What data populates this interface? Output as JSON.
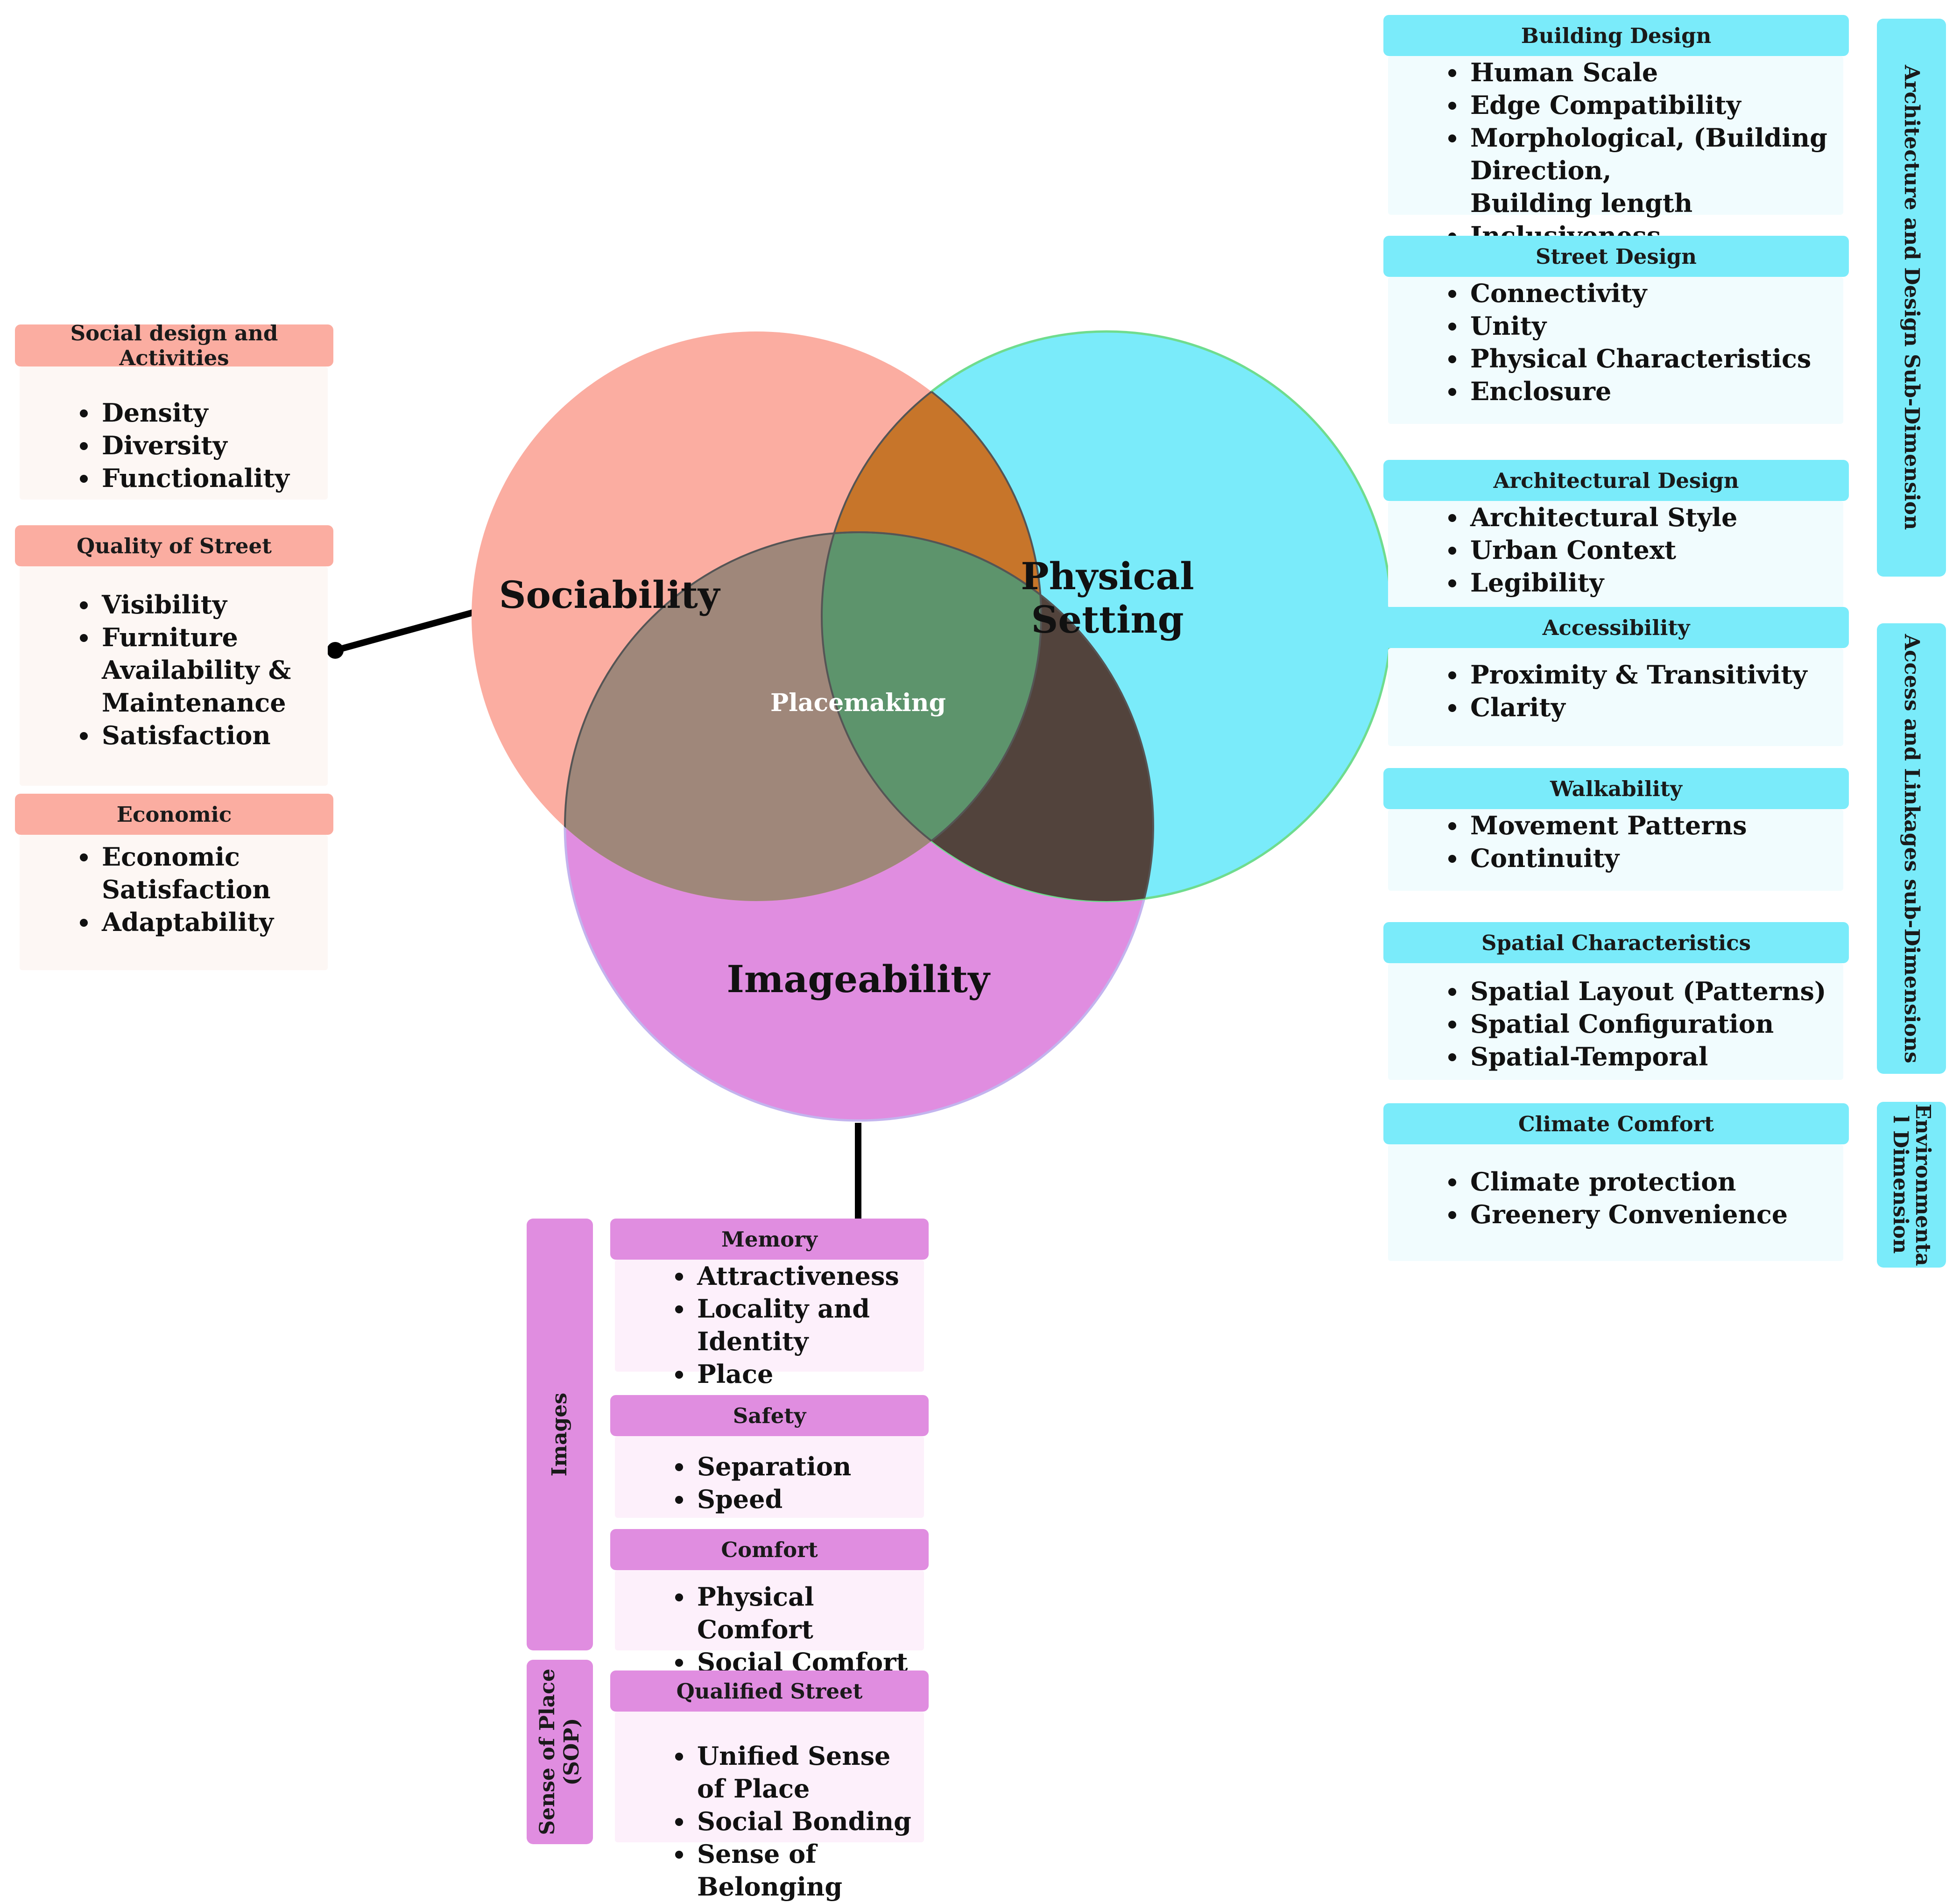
{
  "venn": {
    "sociability": "Sociability",
    "physical_line1": "Physical",
    "physical_line2": "Setting",
    "imageability": "Imageability",
    "center": "Placemaking",
    "colors": {
      "sociability": "#fbada1",
      "physical": "#7aebfa",
      "imageability": "#e08de0",
      "soc_phys": "#c7752a",
      "soc_img": "#9f877a",
      "phys_img": "#52433c",
      "center": "#5d946c"
    }
  },
  "sociability": {
    "groups": [
      {
        "title": "Social design and Activities",
        "items": [
          "Density",
          "Diversity",
          "Functionality"
        ]
      },
      {
        "title": "Quality of Street",
        "items": [
          "Visibility",
          "Furniture",
          "Availability &",
          "Maintenance",
          "Satisfaction"
        ]
      },
      {
        "title": "Economic",
        "items": [
          "Economic",
          "Satisfaction",
          "Adaptability"
        ]
      }
    ]
  },
  "physical": {
    "groups": [
      {
        "title": "Building Design",
        "items": [
          "Human Scale",
          "Edge Compatibility",
          "Morphological, (Building Direction,",
          "Building length",
          "Inclusiveness"
        ]
      },
      {
        "title": "Street Design",
        "items": [
          "Connectivity",
          "Unity",
          "Physical Characteristics",
          "Enclosure"
        ]
      },
      {
        "title": "Architectural Design",
        "items": [
          "Architectural Style",
          "Urban Context",
          "Legibility"
        ]
      },
      {
        "title": "Accessibility",
        "items": [
          "Proximity & Transitivity",
          "Clarity"
        ]
      },
      {
        "title": "Walkability",
        "items": [
          "Movement Patterns",
          "Continuity"
        ]
      },
      {
        "title": "Spatial Characteristics",
        "items": [
          "Spatial Layout (Patterns)",
          "Spatial Configuration",
          "Spatial-Temporal"
        ]
      },
      {
        "title": "Climate Comfort",
        "items": [
          "Climate protection",
          "Greenery Convenience"
        ]
      }
    ],
    "sides": {
      "architecture": "Architecture and Design Sub-Dimension",
      "access": "Access and Linkages sub-Dimensions",
      "env_line1": "Environmenta",
      "env_line2": "l Dimension"
    }
  },
  "imageability": {
    "groups": [
      {
        "title": "Memory",
        "items": [
          "Attractiveness",
          "Locality and Identity",
          "Place Attachment"
        ]
      },
      {
        "title": "Safety",
        "items": [
          "Separation",
          "Speed"
        ]
      },
      {
        "title": "Comfort",
        "items": [
          "Physical Comfort",
          "Social Comfort"
        ]
      },
      {
        "title": "Qualified Street",
        "items": [
          "Unified Sense of Place",
          "Social Bonding",
          "Sense of Belonging"
        ]
      }
    ],
    "sides": {
      "images": "Images",
      "sop_line1": "Sense of Place",
      "sop_line2": "(SOP)"
    }
  }
}
